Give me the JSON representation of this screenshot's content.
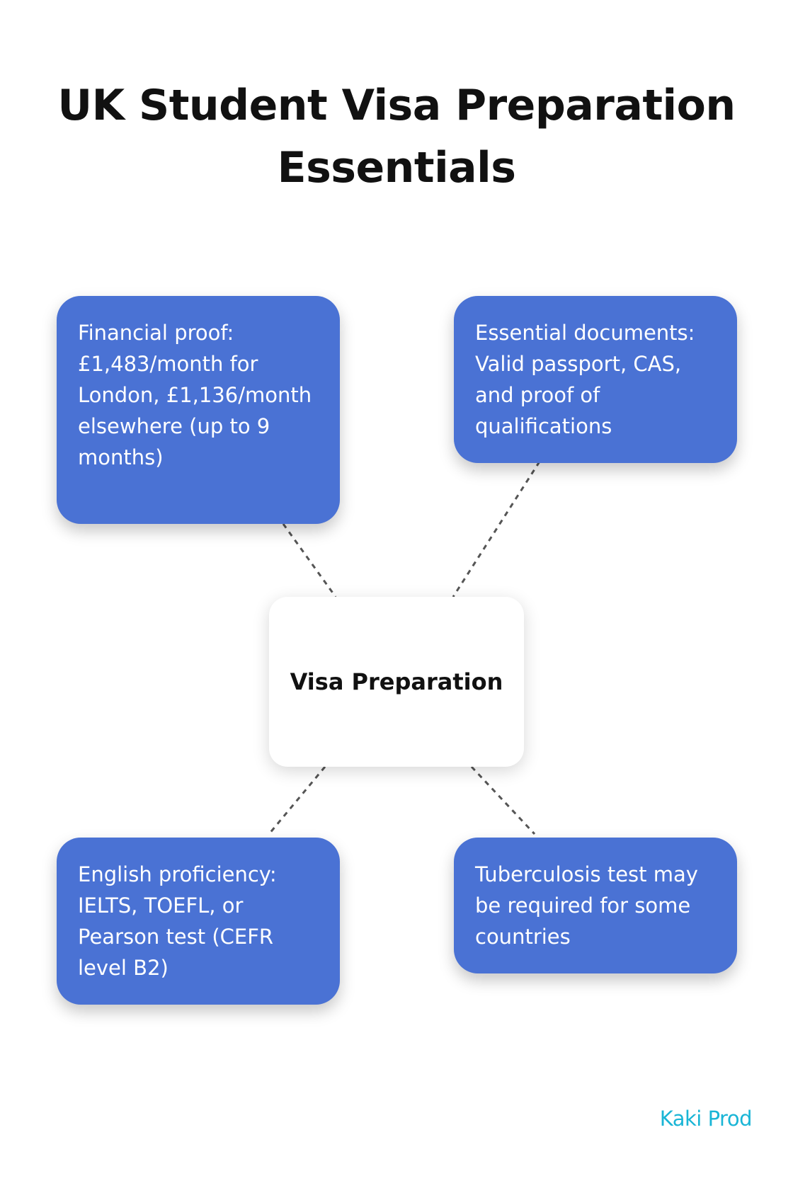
{
  "title": {
    "line1": "UK Student Visa Preparation",
    "line2": "Essentials"
  },
  "center_node": {
    "label": "Visa Preparation"
  },
  "nodes": [
    {
      "text": "Financial proof: £1,483/month for London, £1,136/month elsewhere (up to 9 months)"
    },
    {
      "text": "Essential documents: Valid passport, CAS, and proof of qualifications"
    },
    {
      "text": "English proficiency: IELTS, TOEFL, or Pearson test (CEFR level B2)"
    },
    {
      "text": "Tuberculosis test may be required for some countries"
    }
  ],
  "brand": "Kaki Prod",
  "colors": {
    "card_fill": "#4a72d4",
    "card_text": "#ffffff",
    "center_fill": "#ffffff",
    "connector": "#555555",
    "brand": "#1ab5d6"
  }
}
